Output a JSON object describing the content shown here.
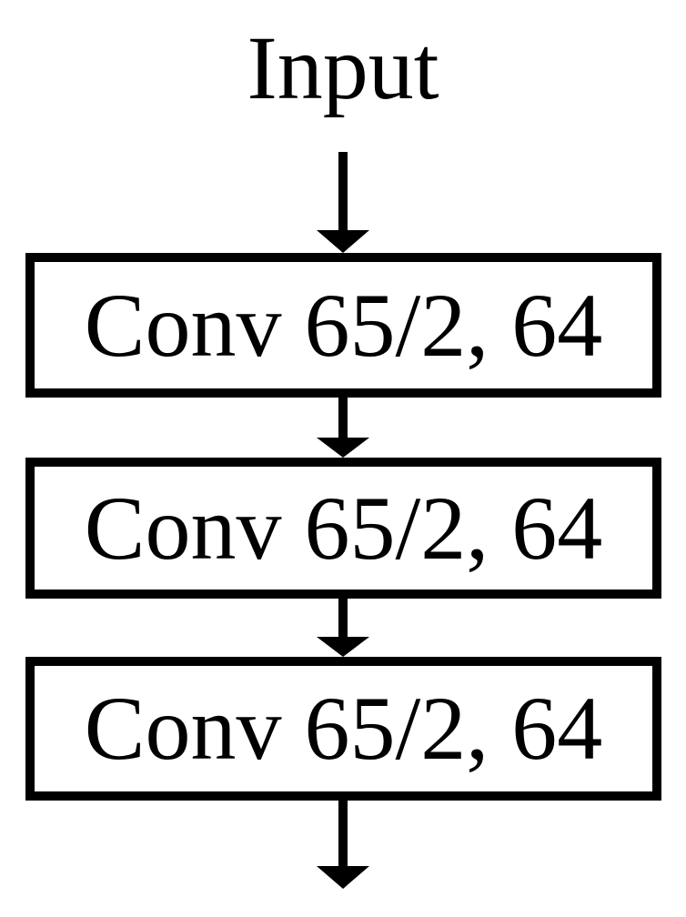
{
  "diagram": {
    "input_label": "Input",
    "layers": [
      {
        "label": "Conv 65/2, 64"
      },
      {
        "label": "Conv 65/2, 64"
      },
      {
        "label": "Conv 65/2, 64"
      }
    ],
    "connectors": [
      {
        "icon": "arrow-down-icon",
        "from": "input",
        "to": "conv-layer-1"
      },
      {
        "icon": "arrow-down-icon",
        "from": "conv-layer-1",
        "to": "conv-layer-2"
      },
      {
        "icon": "arrow-down-icon",
        "from": "conv-layer-2",
        "to": "conv-layer-3"
      },
      {
        "icon": "arrow-down-icon",
        "from": "conv-layer-3",
        "to": "output"
      }
    ],
    "colors": {
      "foreground": "#000000",
      "background": "#ffffff"
    }
  }
}
